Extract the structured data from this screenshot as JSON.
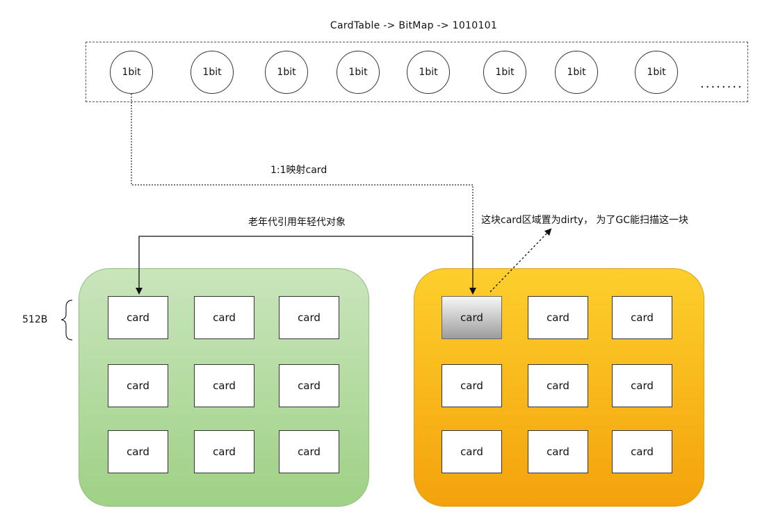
{
  "title": "CardTable  -> BitMap  -> 1010101",
  "bits": [
    "1bit",
    "1bit",
    "1bit",
    "1bit",
    "1bit",
    "1bit",
    "1bit",
    "1bit"
  ],
  "ellipsis": "........",
  "mapping_label": "1:1映射card",
  "reference_label": "老年代引用年轻代对象",
  "dirty_label": "这块card区域置为dirty， 为了GC能扫描这一块",
  "size_label": "512B",
  "young_cards": [
    "card",
    "card",
    "card",
    "card",
    "card",
    "card",
    "card",
    "card",
    "card"
  ],
  "old_cards": [
    "card",
    "card",
    "card",
    "card",
    "card",
    "card",
    "card",
    "card",
    "card"
  ],
  "colors": {
    "young_region": "#9fd186",
    "old_region": "#f4a20c",
    "dirty_card": "#9c9c9c"
  }
}
